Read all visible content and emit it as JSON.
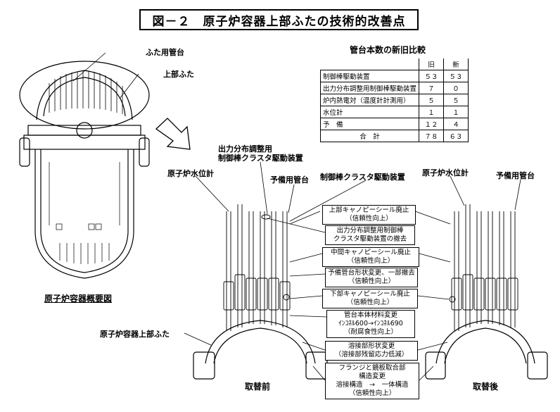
{
  "title": "図－２　原子炉容器上部ふたの技術的改善点",
  "labels": {
    "nozzle_base": "ふた用管台",
    "upper_head": "上部ふた",
    "overview_caption": "原子炉容器概要図",
    "rv_upper_head": "原子炉容器上部ふた",
    "power_dist_crdm_l1": "出力分布調整用",
    "power_dist_crdm_l2": "制御棒クラスタ駆動装置",
    "level_gauge_left": "原子炉水位計",
    "spare_nozzle_left": "予備用管台",
    "crdm": "制御棒クラスタ駆動装置",
    "level_gauge_right": "原子炉水位計",
    "spare_nozzle_right": "予備用管台",
    "before": "取替前",
    "after": "取替後"
  },
  "table": {
    "title": "管台本数の新旧比較",
    "headers": [
      "旧",
      "新"
    ],
    "rows": [
      {
        "name": "制御棒駆動装置",
        "old": "５３",
        "new": "５３"
      },
      {
        "name": "出力分布調整用制御棒駆動装置",
        "old": "７",
        "new": "０"
      },
      {
        "name": "炉内熱電対（温度計計測用）",
        "old": "５",
        "new": "５"
      },
      {
        "name": "水位計",
        "old": "１",
        "new": "１"
      },
      {
        "name": "予　備",
        "old": "１２",
        "new": "４"
      },
      {
        "name": "合　計",
        "old": "７８",
        "new": "６３"
      }
    ]
  },
  "notes": [
    {
      "l1": "上部キャノピーシール廃止",
      "l2": "（信頼性向上）"
    },
    {
      "l1": "出力分布調整用制御棒",
      "l2": "クラスタ駆動装置の撤去"
    },
    {
      "l1": "中間キャノピーシール廃止",
      "l2": "（信頼性向上）"
    },
    {
      "l1": "予備管台形状変更、一部撤去",
      "l2": "（信頼性向上）"
    },
    {
      "l1": "下部キャノピーシール廃止",
      "l2": "（信頼性向上）"
    },
    {
      "l1": "管台本体材料変更",
      "l2": "ｲﾝｺﾈﾙ600→ｲﾝｺﾈﾙ690",
      "l3": "（耐腐食性向上）"
    },
    {
      "l1": "溶接部形状変更",
      "l2": "（溶接部残留応力低減）"
    },
    {
      "l1": "フランジと鏡板取合部",
      "l2": "構造変更",
      "l3": "溶接構造　→　一体構造",
      "l4": "（信頼性向上）"
    }
  ]
}
